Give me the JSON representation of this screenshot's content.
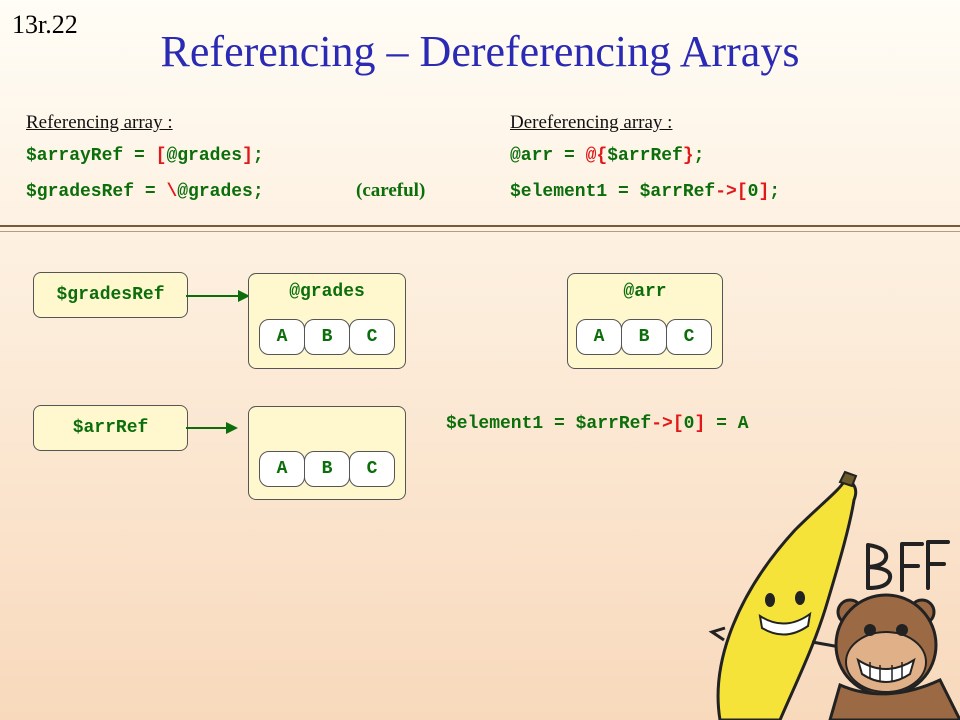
{
  "slide_number": "13r.22",
  "title": "Referencing – Dereferencing Arrays",
  "left_column": {
    "heading": "Referencing array :",
    "line1": {
      "var": "$arrayRef",
      "eq": " = ",
      "open": "[",
      "arr": "@grades",
      "close": "]",
      "semi": ";"
    },
    "line2": {
      "var": "$gradesRef",
      "eq": " = ",
      "op": "\\",
      "arr": "@grades",
      "semi": ";",
      "note": "(careful)"
    }
  },
  "right_column": {
    "heading": "Dereferencing array :",
    "line1": {
      "var": "@arr",
      "eq": " = ",
      "open": "@{",
      "ref": "$arrRef",
      "close": "}",
      "semi": ";"
    },
    "line2": {
      "var": "$element1",
      "eq": " = ",
      "ref": "$arrRef",
      "arrow": "->",
      "open": "[",
      "idx": "0",
      "close": "]",
      "semi": ";"
    }
  },
  "diagram": {
    "grades_ref_label": "$gradesRef",
    "grades_label": "@grades",
    "grades_cells": [
      "A",
      "B",
      "C"
    ],
    "arr_label": "@arr",
    "arr_cells": [
      "A",
      "B",
      "C"
    ],
    "arr_ref_label": "$arrRef",
    "anon_cells": [
      "A",
      "B",
      "C"
    ],
    "result": {
      "var": "$element1",
      "eq": " = ",
      "ref": "$arrRef",
      "arrow": "->",
      "open": "[",
      "idx": "0",
      "close": "]",
      "eq2": " = ",
      "val": "A"
    }
  },
  "cartoon_text": "BFF"
}
